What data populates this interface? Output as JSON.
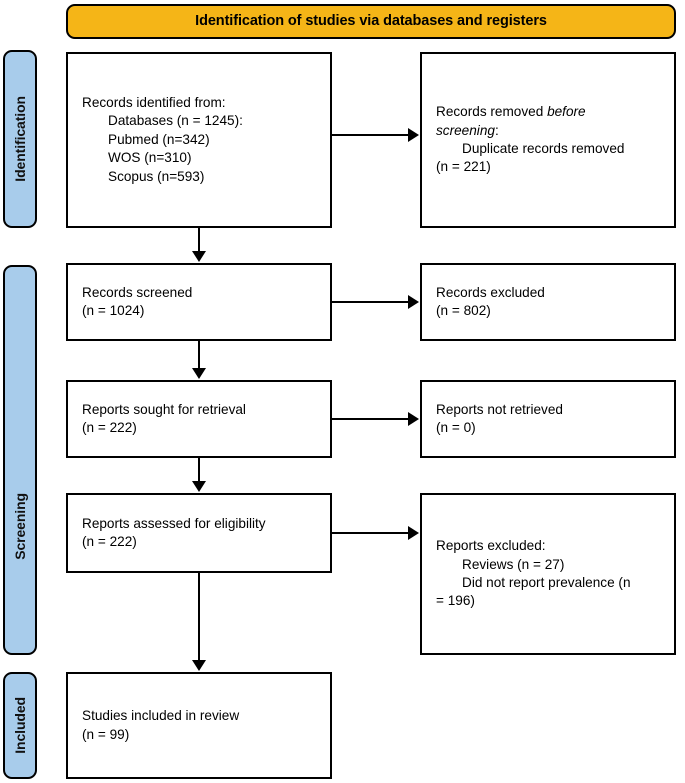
{
  "diagram": {
    "type": "prisma-flow-diagram",
    "banner": {
      "title": "Identification of studies via databases and registers",
      "fill_color": "#F5B517",
      "border_color": "#000000"
    },
    "stage_bar_color": "#A8CCEB",
    "box_fill_color": "#FFFFFF",
    "box_border_color": "#000000",
    "stages": [
      {
        "id": "identification",
        "label": "Identification"
      },
      {
        "id": "screening",
        "label": "Screening"
      },
      {
        "id": "included",
        "label": "Included"
      }
    ],
    "boxes": {
      "records_identified": {
        "lines": [
          {
            "text": "Records identified from:",
            "indent": false
          },
          {
            "text": "Databases (n = 1245):",
            "indent": true
          },
          {
            "text": "Pubmed (n=342)",
            "indent": true
          },
          {
            "text": "WOS (n=310)",
            "indent": true
          },
          {
            "text": "Scopus (n=593)",
            "indent": true
          }
        ]
      },
      "records_removed": {
        "lines": [
          {
            "text_pre": "Records removed ",
            "text_italic": "before",
            "text_post": "",
            "indent": false
          },
          {
            "text_italic": "screening",
            "text_post": ":",
            "indent": false
          },
          {
            "text": "Duplicate records removed",
            "indent": true
          },
          {
            "text": "(n = 221)",
            "indent": false
          }
        ]
      },
      "records_screened": {
        "lines": [
          {
            "text": "Records screened",
            "indent": false
          },
          {
            "text": "(n = 1024)",
            "indent": false
          }
        ]
      },
      "records_excluded": {
        "lines": [
          {
            "text": "Records excluded",
            "indent": false
          },
          {
            "text": "(n = 802)",
            "indent": false
          }
        ]
      },
      "reports_sought": {
        "lines": [
          {
            "text": "Reports sought for retrieval",
            "indent": false
          },
          {
            "text": "(n = 222)",
            "indent": false
          }
        ]
      },
      "reports_not_retrieved": {
        "lines": [
          {
            "text": "Reports not retrieved",
            "indent": false
          },
          {
            "text": "(n = 0)",
            "indent": false
          }
        ]
      },
      "reports_assessed": {
        "lines": [
          {
            "text": "Reports assessed for eligibility",
            "indent": false
          },
          {
            "text": "(n = 222)",
            "indent": false
          }
        ]
      },
      "reports_excluded": {
        "lines": [
          {
            "text": "Reports excluded:",
            "indent": false
          },
          {
            "text": "Reviews (n = 27)",
            "indent": true
          },
          {
            "text": "Did not report prevalence (n",
            "indent": true
          },
          {
            "text": "= 196)",
            "indent": false
          }
        ]
      },
      "studies_included": {
        "lines": [
          {
            "text": "Studies included in review",
            "indent": false
          },
          {
            "text": "(n = 99)",
            "indent": false
          }
        ]
      }
    },
    "counts": {
      "databases_total": 1245,
      "pubmed": 342,
      "wos": 310,
      "scopus": 593,
      "duplicates_removed": 221,
      "records_screened": 1024,
      "records_excluded": 802,
      "reports_sought": 222,
      "reports_not_retrieved": 0,
      "reports_assessed": 222,
      "excluded_reviews": 27,
      "excluded_no_prevalence": 196,
      "studies_included": 99
    }
  }
}
